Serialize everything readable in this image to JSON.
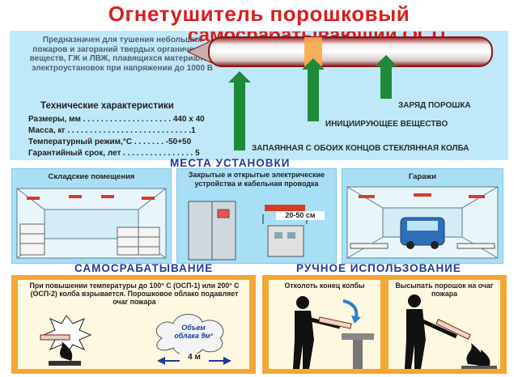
{
  "title": "Огнетушитель порошковый",
  "title_line2": "самосрабатывающий ОСП",
  "description": "Предназначен для тушения небольших пожаров и загораний твердых органических веществ, ГЖ и ЛВЖ, плавящихся материалов, электроустановок при напряжении до 1000 В",
  "specs": {
    "heading": "Технические характеристики",
    "rows": [
      "Размеры, мм . . . . . . . . . . . . . . . . . . . . 440 x 40",
      "Масса, кг . . . . . . . . . . . . . . . . . . . . . . . . . . . .1",
      "Температурный режим,°С . . . . . . . -50+50",
      "Гарантийный срок, лет . . . . . . . . . . . . . . . . 5"
    ]
  },
  "callouts": {
    "charge": "ЗАРЯД ПОРОШКА",
    "initiator": "ИНИЦИИРУЮЩЕЕ ВЕЩЕСТВО",
    "flask": "ЗАПАЯННАЯ С ОБОИХ КОНЦОВ СТЕКЛЯННАЯ КОЛБА"
  },
  "installation": {
    "heading": "МЕСТА УСТАНОВКИ",
    "places": [
      "Складские помещения",
      "Закрытые и открытые электрические устройства и кабельная проводка",
      "Гаражи"
    ],
    "distance": "20-50 см"
  },
  "auto": {
    "heading": "САМОСРАБАТЫВАНИЕ",
    "text": "При повышении температуры до 100° С (ОСП-1) или 200° С (ОСП-2) колба взрывается. Порошковое облако подавляет очаг пожара",
    "cloud": "Объем облака 9м³",
    "width": "4 м"
  },
  "manual": {
    "heading": "РУЧНОЕ ИСПОЛЬЗОВАНИЕ",
    "step1": "Отколоть конец колбы",
    "step2": "Высыпать порошок на очаг пожара"
  },
  "colors": {
    "title": "#d81e1e",
    "panel": "#a9dff5",
    "arrow": "#1e8a3a",
    "heading": "#1d3b9c",
    "orange": "#f4a733"
  }
}
